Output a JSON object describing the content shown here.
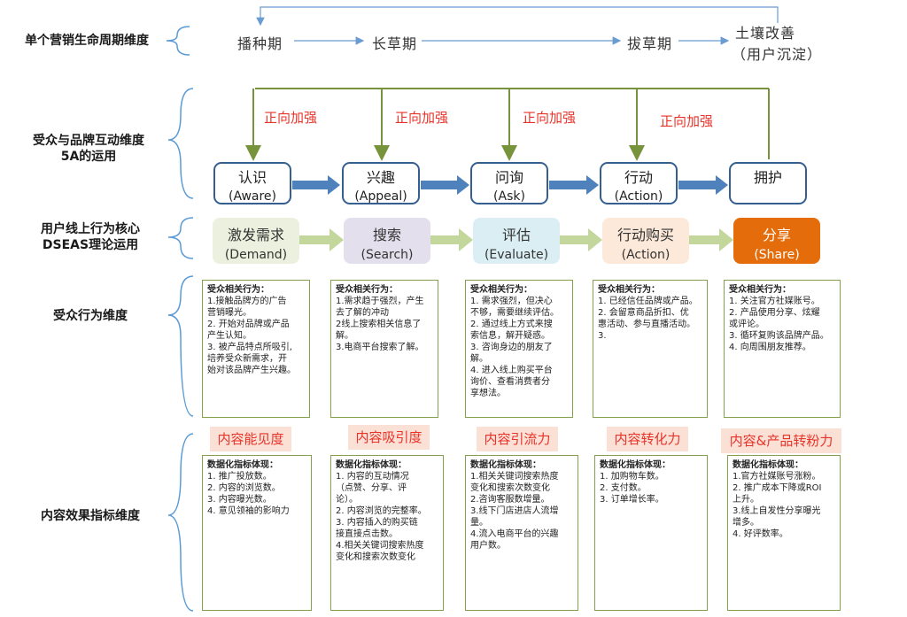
{
  "row_labels": {
    "lifecycle": "单个营销生命周期维度",
    "interaction_line1": "受众与品牌互动维度",
    "interaction_line2": "5A的运用",
    "online_line1": "用户线上行为核心",
    "online_line2": "DSEAS理论运用",
    "behavior": "受众行为维度",
    "effect": "内容效果指标维度"
  },
  "lifecycle_phases": [
    "播种期",
    "长草期",
    "拔草期",
    "土壤改善",
    "（用户沉淀）"
  ],
  "reinforce_label": "正向加强",
  "stages_5a": [
    {
      "cn": "认识",
      "en": "(Aware)"
    },
    {
      "cn": "兴趣",
      "en": "(Appeal)"
    },
    {
      "cn": "问询",
      "en": "(Ask)"
    },
    {
      "cn": "行动",
      "en": "(Action)"
    },
    {
      "cn": "拥护",
      "en": ""
    }
  ],
  "dseas": [
    {
      "cn": "激发需求",
      "en": "(Demand)",
      "bg": "#ebf1de",
      "fg": "#333333"
    },
    {
      "cn": "搜索",
      "en": "(Search)",
      "bg": "#e4dfec",
      "fg": "#333333"
    },
    {
      "cn": "评估",
      "en": "(Evaluate)",
      "bg": "#daeef3",
      "fg": "#333333"
    },
    {
      "cn": "行动购买",
      "en": "(Action)",
      "bg": "#fde9d9",
      "fg": "#333333"
    },
    {
      "cn": "分享",
      "en": "(Share)",
      "bg": "#e46c0a",
      "fg": "#ffffff"
    }
  ],
  "behavior_cards": [
    {
      "title": "受众相关行为：",
      "lines": [
        "1.接触品牌方的广告",
        "营销曝光。",
        "2. 开始对品牌或产品",
        "产生认知。",
        "3. 被产品特点所吸引,",
        "培养受众新需求，开",
        "始对该品牌产生兴趣。"
      ]
    },
    {
      "title": "受众相关行为：",
      "lines": [
        "1.需求趋于强烈，产生",
        "去了解的冲动",
        "2线上搜索相关信息了",
        "解。",
        "3.电商平台搜索了解。"
      ]
    },
    {
      "title": "受众相关行为：",
      "lines": [
        "1. 需求强烈，但决心",
        "不够，需要继续评估。",
        "2. 通过线上方式来搜",
        "索信息，解开疑惑。",
        "3. 咨询身边的朋友了",
        "解。",
        "4. 进入线上购买平台",
        "询价、查看消费者分",
        "享想法。"
      ]
    },
    {
      "title": "受众相关行为：",
      "lines": [
        "1. 已经信任品牌或产品。",
        "2. 会留意商品折扣、优",
        "惠活动、参与直播活动。",
        "3."
      ]
    },
    {
      "title": "受众相关行为：",
      "lines": [
        "1. 关注官方社媒账号。",
        "2. 产品使用分享、炫耀",
        "或评论。",
        "3. 循环复购该品牌产品。",
        "4. 向周围朋友推荐。"
      ]
    }
  ],
  "effect_tags": [
    "内容能见度",
    "内容吸引度",
    "内容引流力",
    "内容转化力",
    "内容&产品转粉力"
  ],
  "metric_cards": [
    {
      "title": "数据化指标体现：",
      "lines": [
        "1. 推广投放数。",
        "2. 内容的浏览数。",
        "3. 内容曝光数。",
        "4. 意见领袖的影响力"
      ]
    },
    {
      "title": "数据化指标体现：",
      "lines": [
        "1. 内容的互动情况",
        "（点赞、分享、评",
        "论）。",
        "2. 内容浏览的完整率。",
        "3. 内容插入的购买链",
        "接直接点击数。",
        "4.相关关键词搜索热度",
        "变化和搜索次数变化"
      ]
    },
    {
      "title": "数据化指标体现：",
      "lines": [
        "1.相关关键词搜索热度",
        "变化和搜索次数变化",
        "2.咨询客服数增量。",
        "3.线下门店进店人流增",
        "量。",
        "4.流入电商平台的兴趣",
        "用户数。"
      ]
    },
    {
      "title": "数据化指标体现：",
      "lines": [
        "1. 加购物车数。",
        "2. 支付数。",
        "3. 订单增长率。"
      ]
    },
    {
      "title": "数据化指标体现：",
      "lines": [
        "1.官方社媒账号涨粉。",
        "2. 推广成本下降或ROI",
        "上升。",
        "3.线上自发性分享曝光",
        "增多。",
        "4. 好评数率。"
      ]
    }
  ],
  "colors": {
    "stage_border": "#365f91",
    "stage_arrow": "#4f81bd",
    "green": "#77933c",
    "light_green": "#c3d69b",
    "red": "#e8332a",
    "brace": "#5b9bd5",
    "lifecycle_arrow": "#6a9bd1"
  }
}
